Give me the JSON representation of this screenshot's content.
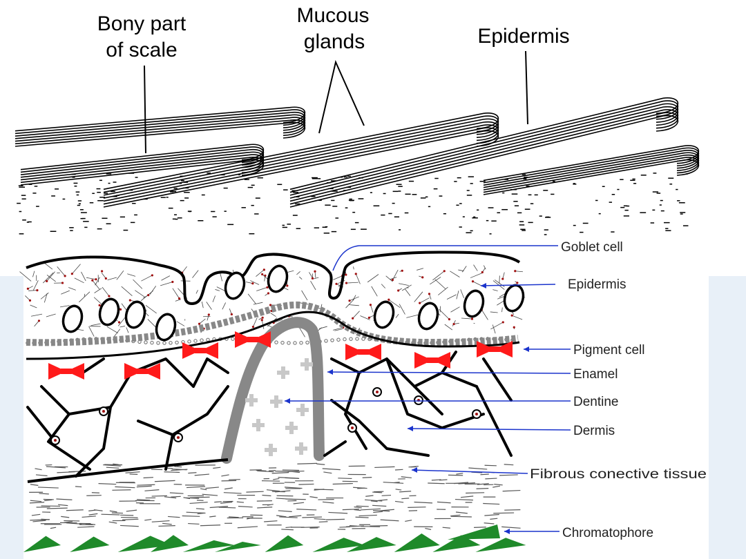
{
  "top_diagram": {
    "labels": {
      "bony_part_line1": "Bony part",
      "bony_part_line2": "of scale",
      "mucous_line1": "Mucous",
      "mucous_line2": "glands",
      "epidermis": "Epidermis"
    }
  },
  "bottom_diagram": {
    "labels": {
      "goblet_cell": "Goblet cell",
      "epidermis": "Epidermis",
      "pigment_cell": "Pigment cell",
      "enamel": "Enamel",
      "dentine": "Dentine",
      "dermis": "Dermis",
      "fibrous": "Fibrous conective tissue",
      "chromatophore": "Chromatophore"
    }
  },
  "colors": {
    "background": "#e8f0f8",
    "ink": "#000000",
    "pointer_blue": "#1a33cc",
    "pigment_red": "#ff1a1a",
    "chromatophore_green": "#1f8a2a",
    "enamel_gray": "#8a8a8a",
    "dentine_plus": "#c8c8c8",
    "nucleus": "#a01010"
  }
}
